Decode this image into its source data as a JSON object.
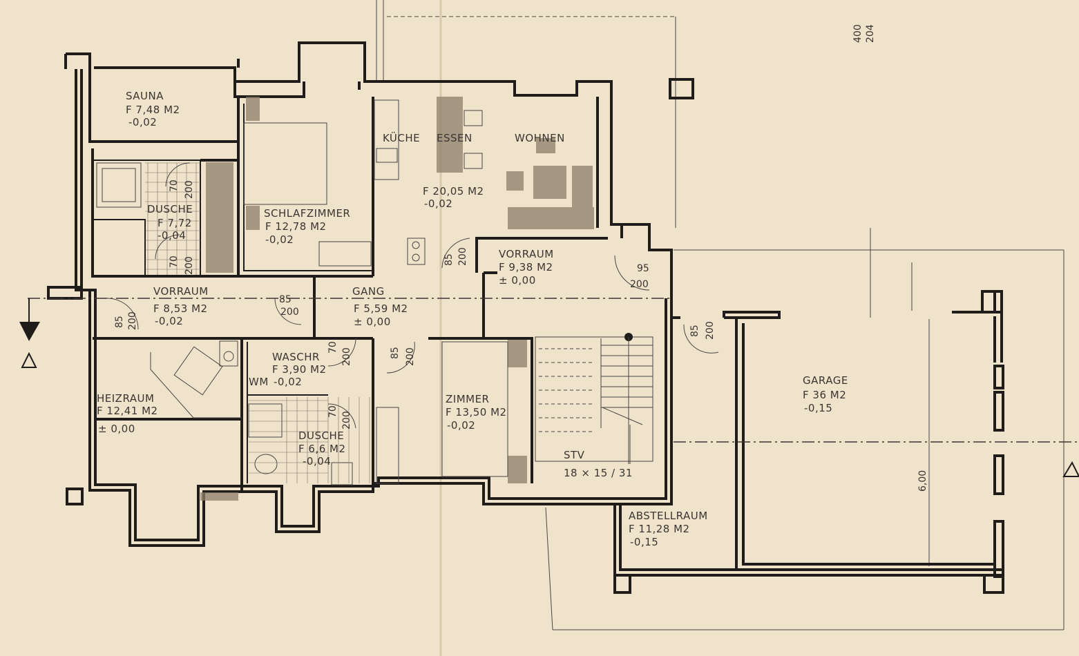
{
  "rooms": {
    "sauna": {
      "name": "SAUNA",
      "area": "F 7,48 M2",
      "level": "-0,02"
    },
    "dusche1": {
      "name": "DUSCHE",
      "area": "F 7,72",
      "level": "-0,04"
    },
    "vorraum1": {
      "name": "VORRAUM",
      "area": "F 8,53 M2",
      "level": "-0,02"
    },
    "schlafzimmer": {
      "name": "SCHLAFZIMMER",
      "area": "F 12,78 M2",
      "level": "-0,02"
    },
    "kueche": {
      "name": "KÜCHE",
      "name2": "ESSEN",
      "name3": "WOHNEN",
      "area": "F 20,05 M2",
      "level": "-0,02"
    },
    "gang": {
      "name": "GANG",
      "area": "F 5,59 M2",
      "level": "± 0,00"
    },
    "vorraum2": {
      "name": "VORRAUM",
      "area": "F 9,38 M2",
      "level": "± 0,00"
    },
    "waschr": {
      "name": "WASCHR",
      "area": "F 3,90 M2",
      "level": "-0,02",
      "wm": "WM"
    },
    "heizraum": {
      "name": "HEIZRAUM",
      "area": "F 12,41 M2",
      "level": "± 0,00"
    },
    "dusche2": {
      "name": "DUSCHE",
      "area": "F 6,6 M2",
      "level": "-0,04"
    },
    "zimmer": {
      "name": "ZIMMER",
      "area": "F 13,50 M2",
      "level": "-0,02"
    },
    "stv": {
      "name": "STV",
      "spec": "18 × 15 / 31"
    },
    "abstellraum": {
      "name": "ABSTELLRAUM",
      "area": "F 11,28 M2",
      "level": "-0,15"
    },
    "garage": {
      "name": "GARAGE",
      "area": "F 36 M2",
      "level": "-0,15"
    }
  },
  "dimensions": {
    "d400": "400",
    "d204": "204",
    "d70": "70",
    "d200": "200",
    "d85": "85",
    "d95": "95",
    "d600": "6,00"
  }
}
